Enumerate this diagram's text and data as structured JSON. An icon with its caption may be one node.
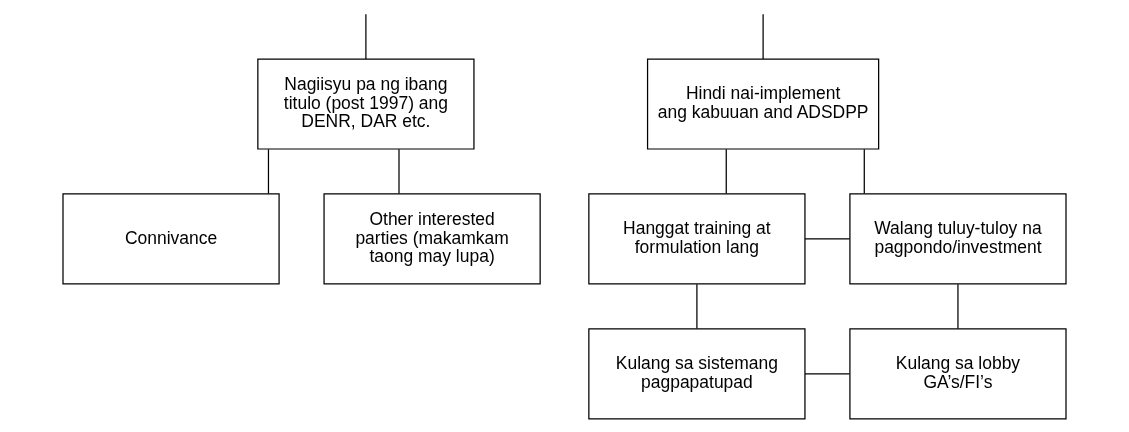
{
  "diagram": {
    "nodes": [
      {
        "text": [
          "Nagiisyu pa ng ibang titulo (post 1997) ang DENR, DAR etc."
        ]
      },
      {
        "text": [
          "Connivance"
        ]
      },
      {
        "text": [
          "Other interested parties (makamkam taong may lupa)"
        ]
      },
      {
        "text": [
          "Hindi nai-implement ang kabuuan and ADSDPP"
        ]
      },
      {
        "text": [
          "Hanggat training at formulation lang"
        ]
      },
      {
        "text": [
          "Walang tuluy-tuloy na pagpondo/investment"
        ]
      },
      {
        "text": [
          "Kulang sa sistemang pagpapatupad"
        ]
      },
      {
        "text": [
          "Kulang sa lobby GA’s/FI’s"
        ]
      }
    ],
    "edges": [
      {
        "from": null,
        "to": 0,
        "arrow": "none"
      },
      {
        "from": null,
        "to": 3,
        "arrow": "none"
      },
      {
        "from": 0,
        "to": 1,
        "arrow": "none"
      },
      {
        "from": 0,
        "to": 2,
        "arrow": "none"
      },
      {
        "from": 3,
        "to": 4,
        "arrow": "none"
      },
      {
        "from": 3,
        "to": 5,
        "arrow": "none"
      },
      {
        "from": 4,
        "to": 5,
        "arrow": "none"
      },
      {
        "from": 4,
        "to": 6,
        "arrow": "none"
      },
      {
        "from": 5,
        "to": 7,
        "arrow": "none"
      },
      {
        "from": 6,
        "to": 7,
        "arrow": "none"
      }
    ]
  }
}
